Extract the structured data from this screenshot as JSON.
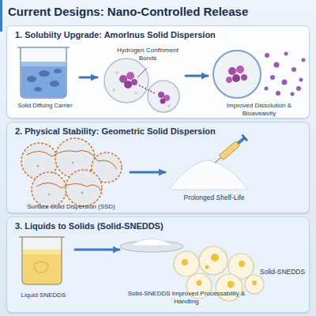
{
  "diagram": {
    "title": "Current Designs: Nano-Controlled Release",
    "nodes": [
      {
        "text": [
          "1. Solubiity Upgrade: Amorlnus Solid Dispersion"
        ]
      },
      {
        "text": [
          "Solid Diffuing Carrier"
        ],
        "in": 0
      },
      {
        "text": [
          "Hydrogen Confinment Bonds"
        ],
        "in": 0
      },
      {
        "text": [
          "Improved Dissolution & Bioaveaivity"
        ],
        "in": 0
      },
      {
        "text": [
          "2. Physical Stability: Geometric Solid Dispersion"
        ]
      },
      {
        "text": [
          "Surface Solid Dispersion (SSD)"
        ],
        "in": 4
      },
      {
        "text": [
          "Prolonged Shelf-Life"
        ],
        "in": 4
      },
      {
        "text": [
          "3. Liquids to Solids (Solid-SNEDDS)"
        ]
      },
      {
        "text": [
          "Liquid SNEDDS"
        ],
        "in": 7
      },
      {
        "text": [
          "Solid-SNEDDS Improved Processability & Handling"
        ],
        "in": 7
      },
      {
        "text": [
          "Solid-SNEDDS"
        ],
        "in": 7
      }
    ],
    "edges": [
      {
        "from": 1,
        "to": 2,
        "arrow": "to"
      },
      {
        "from": 2,
        "to": 3,
        "arrow": "to"
      },
      {
        "from": 5,
        "to": 6,
        "arrow": "to"
      },
      {
        "from": 8,
        "to": 9,
        "arrow": "to"
      }
    ]
  }
}
